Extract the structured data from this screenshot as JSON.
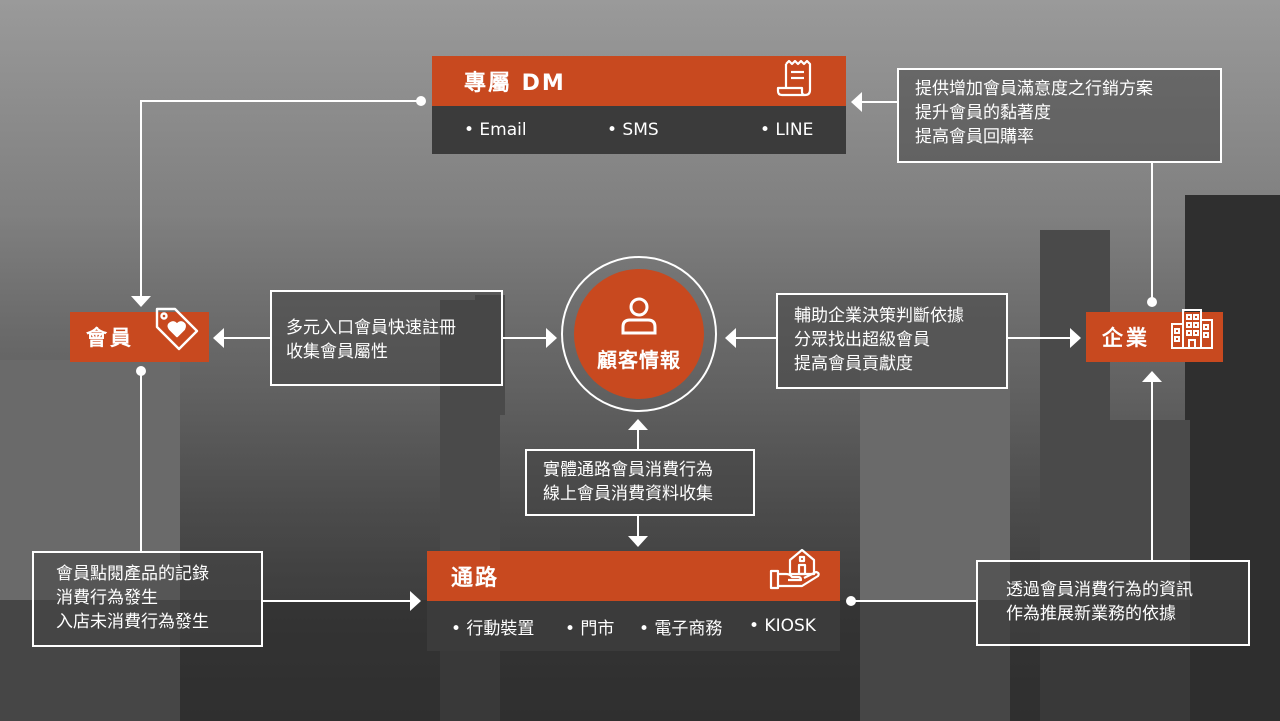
{
  "dm": {
    "title": "專屬 DM",
    "icon": "receipt-icon",
    "items": [
      "• Email",
      "• SMS",
      "• LINE"
    ]
  },
  "enterprise_benefits": {
    "lines": [
      "提供增加會員滿意度之行銷方案",
      "提升會員的黏著度",
      "提高會員回購率"
    ]
  },
  "member": {
    "title": "會員",
    "icon": "heart-tag-icon"
  },
  "enterprise": {
    "title": "企業",
    "icon": "building-icon"
  },
  "member_collect": {
    "lines": [
      "多元入口會員快速註冊",
      "收集會員屬性"
    ]
  },
  "center": {
    "title": "顧客情報",
    "icon": "user-icon"
  },
  "decision": {
    "lines": [
      "輔助企業決策判斷依據",
      "分眾找出超級會員",
      "提高會員貢獻度"
    ]
  },
  "channel_data": {
    "lines": [
      "實體通路會員消費行為",
      "線上會員消費資料收集"
    ]
  },
  "channel": {
    "title": "通路",
    "icon": "hand-house-icon",
    "items": [
      "• 行動裝置",
      "• 門市",
      "• 電子商務",
      "• KIOSK"
    ]
  },
  "member_records": {
    "lines": [
      "會員點閱產品的記錄",
      "消費行為發生",
      "入店未消費行為發生"
    ]
  },
  "new_business": {
    "lines": [
      "透過會員消費行為的資訊",
      "作為推展新業務的依據"
    ]
  },
  "colors": {
    "accent": "#c8491f",
    "dark_bar": "#3b3b3b",
    "line": "#ffffff"
  }
}
